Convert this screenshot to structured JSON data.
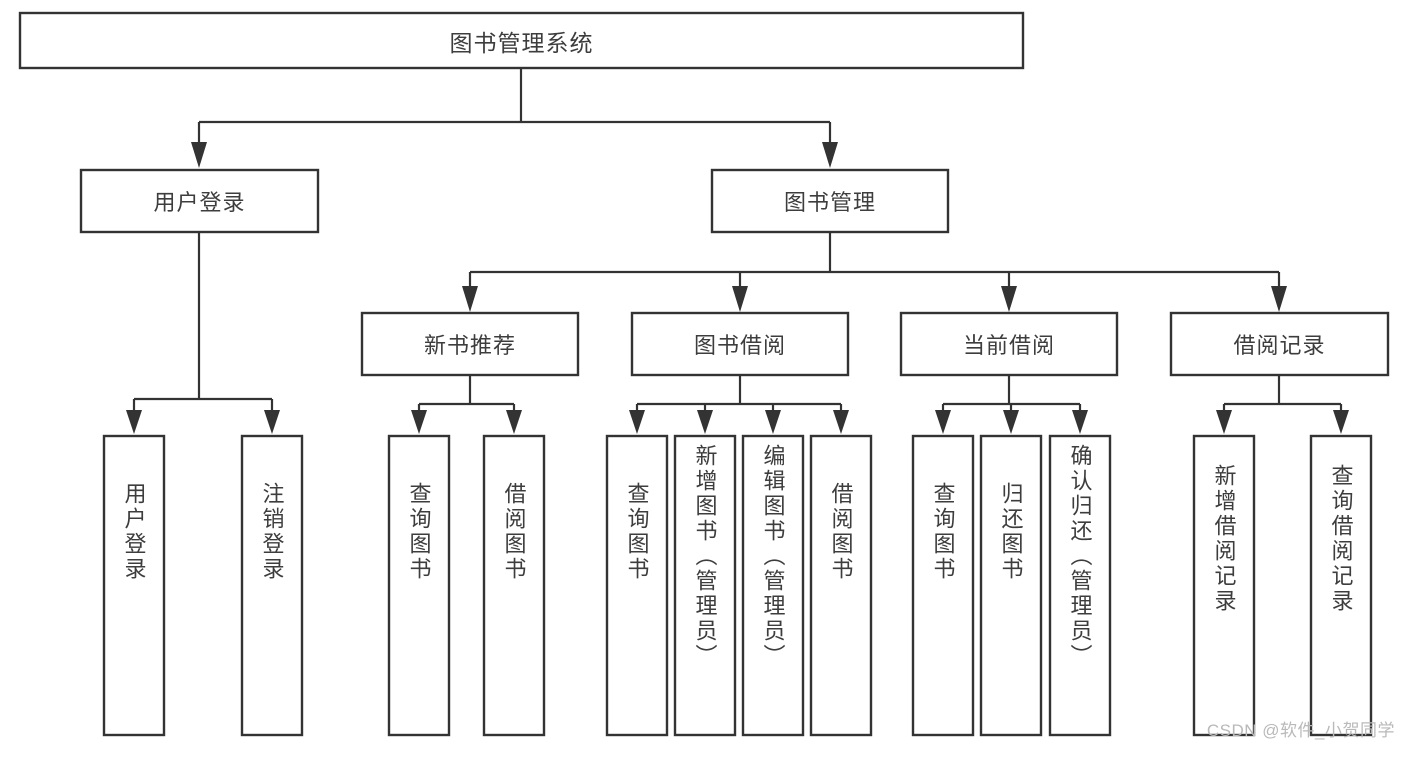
{
  "diagram": {
    "type": "tree-hierarchy",
    "orientation": "top-down",
    "title": "图书管理系统",
    "root": {
      "id": "root",
      "label": "图书管理系统",
      "orientation": "horizontal"
    },
    "level2": [
      {
        "id": "user-login",
        "label": "用户登录",
        "orientation": "horizontal"
      },
      {
        "id": "book-management",
        "label": "图书管理",
        "orientation": "horizontal"
      }
    ],
    "level3": [
      {
        "id": "new-book-recommend",
        "label": "新书推荐",
        "orientation": "horizontal",
        "parent": "book-management"
      },
      {
        "id": "book-borrow",
        "label": "图书借阅",
        "orientation": "horizontal",
        "parent": "book-management"
      },
      {
        "id": "current-borrow",
        "label": "当前借阅",
        "orientation": "horizontal",
        "parent": "book-management"
      },
      {
        "id": "borrow-record",
        "label": "借阅记录",
        "orientation": "horizontal",
        "parent": "book-management"
      }
    ],
    "leaves": [
      {
        "id": "leaf-user-login",
        "label": "用户登录",
        "parent": "user-login",
        "orientation": "vertical"
      },
      {
        "id": "leaf-logout-login",
        "label": "注销登录",
        "parent": "user-login",
        "orientation": "vertical"
      },
      {
        "id": "leaf-query-book-1",
        "label": "查询图书",
        "parent": "new-book-recommend",
        "orientation": "vertical"
      },
      {
        "id": "leaf-borrow-book-1",
        "label": "借阅图书",
        "parent": "new-book-recommend",
        "orientation": "vertical"
      },
      {
        "id": "leaf-query-book-2",
        "label": "查询图书",
        "parent": "book-borrow",
        "orientation": "vertical"
      },
      {
        "id": "leaf-add-book",
        "label": "新增图书（管理员）",
        "parent": "book-borrow",
        "orientation": "vertical"
      },
      {
        "id": "leaf-edit-book",
        "label": "编辑图书（管理员）",
        "parent": "book-borrow",
        "orientation": "vertical"
      },
      {
        "id": "leaf-borrow-book-2",
        "label": "借阅图书",
        "parent": "book-borrow",
        "orientation": "vertical"
      },
      {
        "id": "leaf-query-book-3",
        "label": "查询图书",
        "parent": "current-borrow",
        "orientation": "vertical"
      },
      {
        "id": "leaf-return-book",
        "label": "归还图书",
        "parent": "current-borrow",
        "orientation": "vertical"
      },
      {
        "id": "leaf-confirm-return",
        "label": "确认归还（管理员）",
        "parent": "current-borrow",
        "orientation": "vertical"
      },
      {
        "id": "leaf-add-record",
        "label": "新增借阅记录",
        "parent": "borrow-record",
        "orientation": "vertical"
      },
      {
        "id": "leaf-query-record",
        "label": "查询借阅记录",
        "parent": "borrow-record",
        "orientation": "vertical"
      }
    ],
    "colors": {
      "box_stroke": "#333333",
      "box_fill": "#ffffff",
      "text": "#3d3d3d",
      "connector": "#333333",
      "background": "#ffffff",
      "watermark": "#b9b9b9"
    }
  },
  "watermark": {
    "text": "CSDN @软件_小贺同学"
  }
}
